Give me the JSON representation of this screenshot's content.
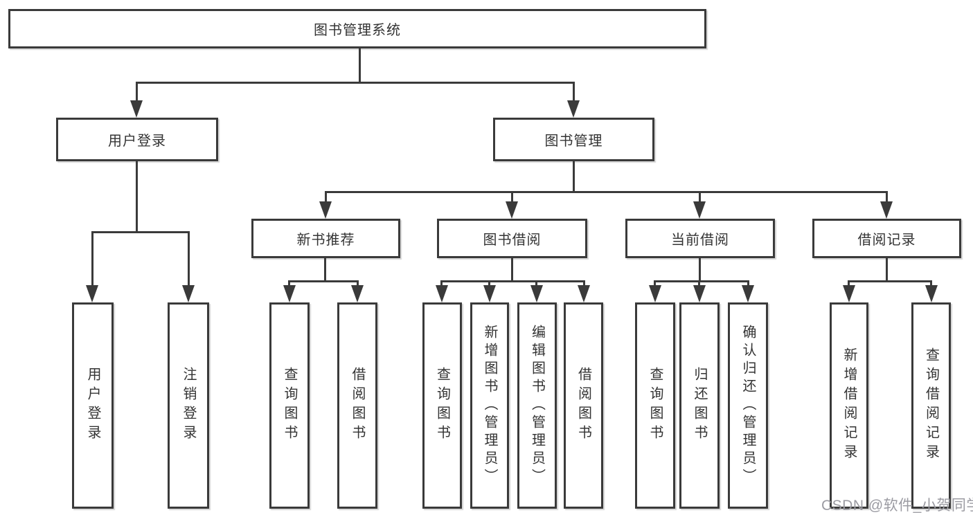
{
  "diagram": {
    "type": "tree",
    "root": "图书管理系统",
    "level2": [
      "用户登录",
      "图书管理"
    ],
    "level3": [
      "新书推荐",
      "图书借阅",
      "当前借阅",
      "借阅记录"
    ],
    "leaves": {
      "user_login": [
        "用户登录",
        "注销登录"
      ],
      "new_books": [
        "查询图书",
        "借阅图书"
      ],
      "book_borrow": [
        "查询图书",
        "新增图书（管理员）",
        "编辑图书（管理员）",
        "借阅图书"
      ],
      "current_borrow": [
        "查询图书",
        "归还图书",
        "确认归还（管理员）"
      ],
      "borrow_records": [
        "新增借阅记录",
        "查询借阅记录"
      ]
    }
  },
  "watermark": "CSDN @软件_小贺同学",
  "colors": {
    "line": "#3a3a3a",
    "text": "#333333",
    "watermark": "#9b9ba2",
    "background": "#ffffff"
  }
}
